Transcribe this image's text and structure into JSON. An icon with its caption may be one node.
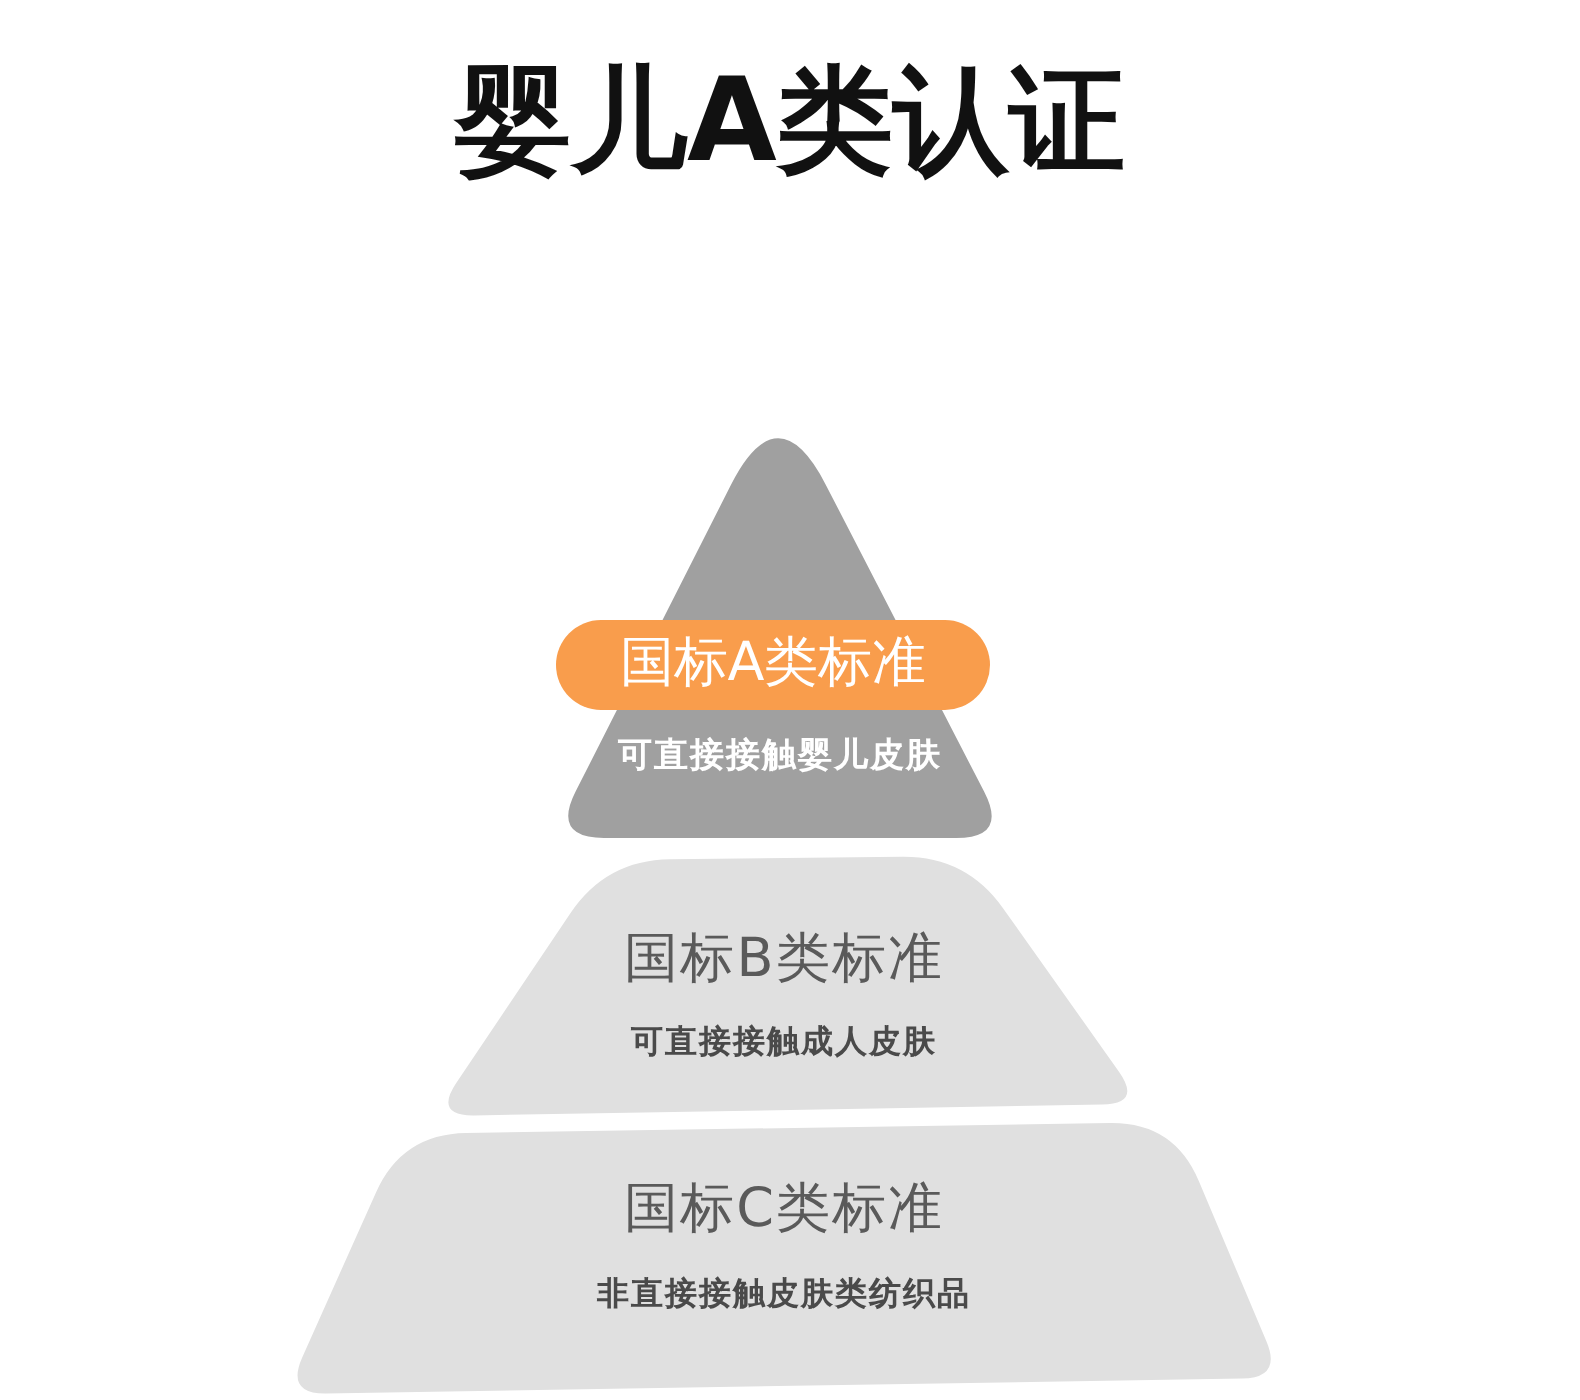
{
  "diagram": {
    "title": "婴儿A类认证",
    "nodes": [
      {
        "text": [
          "可直接接触婴儿皮肤"
        ]
      },
      {
        "text": [
          "国标A类标准"
        ],
        "in": 0
      },
      {
        "text": [
          "国标B类标准",
          "可直接接触成人皮肤"
        ]
      },
      {
        "text": [
          "国标C类标准",
          "非直接接触皮肤类纺织品"
        ]
      }
    ]
  }
}
